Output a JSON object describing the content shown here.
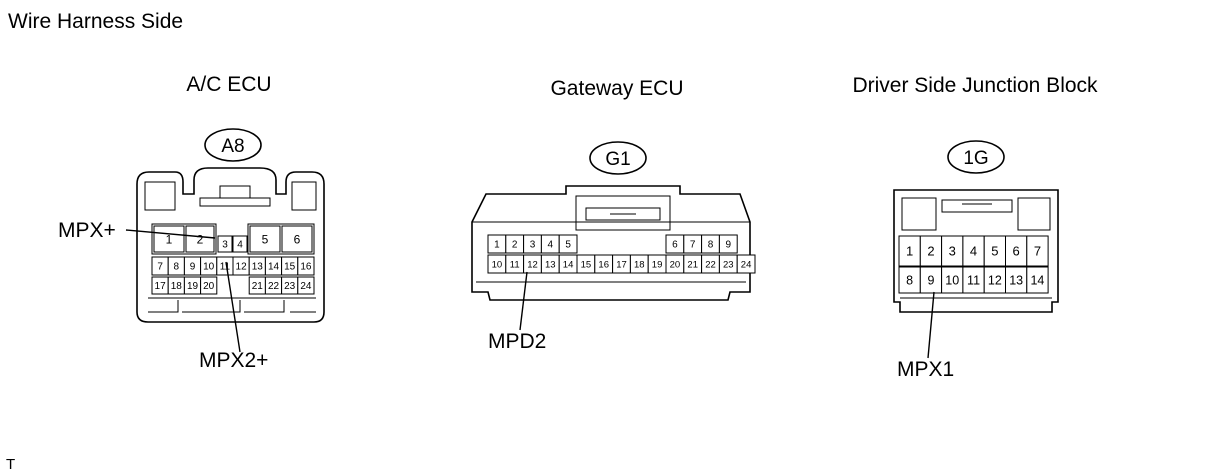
{
  "header": "Wire Harness Side",
  "footer_mark": "T",
  "connectors": [
    {
      "title": "A/C ECU",
      "code": "A8",
      "pins": [
        "1",
        "2",
        "3",
        "4",
        "5",
        "6",
        "7",
        "8",
        "9",
        "10",
        "11",
        "12",
        "13",
        "14",
        "15",
        "16",
        "17",
        "18",
        "19",
        "20",
        "21",
        "22",
        "23",
        "24"
      ],
      "callouts": [
        "MPX+",
        "MPX2+"
      ]
    },
    {
      "title": "Gateway ECU",
      "code": "G1",
      "pins": [
        "1",
        "2",
        "3",
        "4",
        "5",
        "6",
        "7",
        "8",
        "9",
        "10",
        "11",
        "12",
        "13",
        "14",
        "15",
        "16",
        "17",
        "18",
        "19",
        "20",
        "21",
        "22",
        "23",
        "24"
      ],
      "callouts": [
        "MPD2"
      ]
    },
    {
      "title": "Driver Side Junction Block",
      "code": "1G",
      "pins": [
        "1",
        "2",
        "3",
        "4",
        "5",
        "6",
        "7",
        "8",
        "9",
        "10",
        "11",
        "12",
        "13",
        "14"
      ],
      "callouts": [
        "MPX1"
      ]
    }
  ]
}
